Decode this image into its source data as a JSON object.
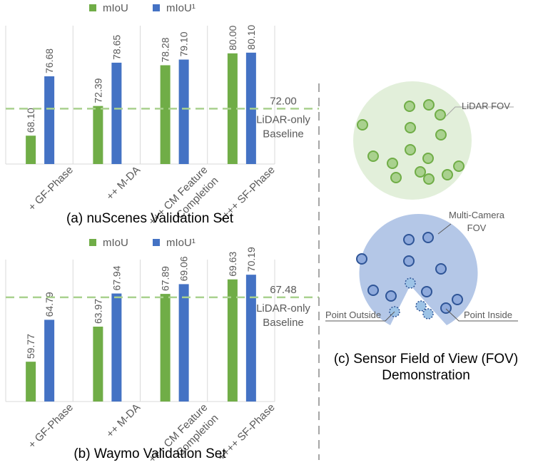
{
  "colors": {
    "miou": "#70ad47",
    "miou1": "#4472c4",
    "baseline": "#a9d18e",
    "text": "#595959",
    "grid": "#d9d9d9",
    "lidar_fill": "#e2efda",
    "camera_fill": "#b4c7e7",
    "divider": "#a6a6a6"
  },
  "chart_data": [
    {
      "type": "bar",
      "title": "(a) nuScenes Validation Set",
      "categories": [
        "+ GF-Phase",
        "++ M-DA",
        "+++ CM Feature Completion",
        "++++ SF-Phase"
      ],
      "category_lines": [
        [
          "+ GF-Phase"
        ],
        [
          "++ M-DA"
        ],
        [
          "+++ CM Feature",
          "Completion"
        ],
        [
          "++++ SF-Phase"
        ]
      ],
      "series": [
        {
          "name": "mIoU",
          "values": [
            68.1,
            72.39,
            78.28,
            80.0
          ],
          "labels": [
            "68.10",
            "72.39",
            "78.28",
            "80.00"
          ]
        },
        {
          "name": "mIoU¹",
          "values": [
            76.68,
            78.65,
            79.1,
            80.1
          ],
          "labels": [
            "76.68",
            "78.65",
            "79.10",
            "80.10"
          ]
        }
      ],
      "ylim": [
        64,
        84
      ],
      "baseline": {
        "value": 72.0,
        "label": "72.00",
        "text_lines": [
          "LiDAR-only",
          "Baseline"
        ]
      },
      "legend": "top"
    },
    {
      "type": "bar",
      "title": "(b) Waymo Validation Set",
      "categories": [
        "+ GF-Phase",
        "++ M-DA",
        "+++ CM Feature Completion",
        "++++ SF-Phase"
      ],
      "category_lines": [
        [
          "+ GF-Phase"
        ],
        [
          "++ M-DA"
        ],
        [
          "+++ CM Feature",
          "Completion"
        ],
        [
          "++++ SF-Phase"
        ]
      ],
      "series": [
        {
          "name": "mIoU",
          "values": [
            59.77,
            63.97,
            67.89,
            69.63
          ],
          "labels": [
            "59.77",
            "63.97",
            "67.89",
            "69.63"
          ]
        },
        {
          "name": "mIoU¹",
          "values": [
            64.79,
            67.94,
            69.06,
            70.19
          ],
          "labels": [
            "64.79",
            "67.94",
            "69.06",
            "70.19"
          ]
        }
      ],
      "ylim": [
        55,
        72
      ],
      "baseline": {
        "value": 67.48,
        "label": "67.48",
        "text_lines": [
          "LiDAR-only",
          "Baseline"
        ]
      },
      "legend": "top"
    }
  ],
  "fov_panel": {
    "caption_lines": [
      "(c) Sensor Field of View (FOV)",
      "Demonstration"
    ],
    "lidar_label": "LiDAR FOV",
    "camera_label_lines": [
      "Multi-Camera",
      "FOV"
    ],
    "point_outside_label": "Point Outside",
    "point_inside_label": "Point Inside"
  }
}
